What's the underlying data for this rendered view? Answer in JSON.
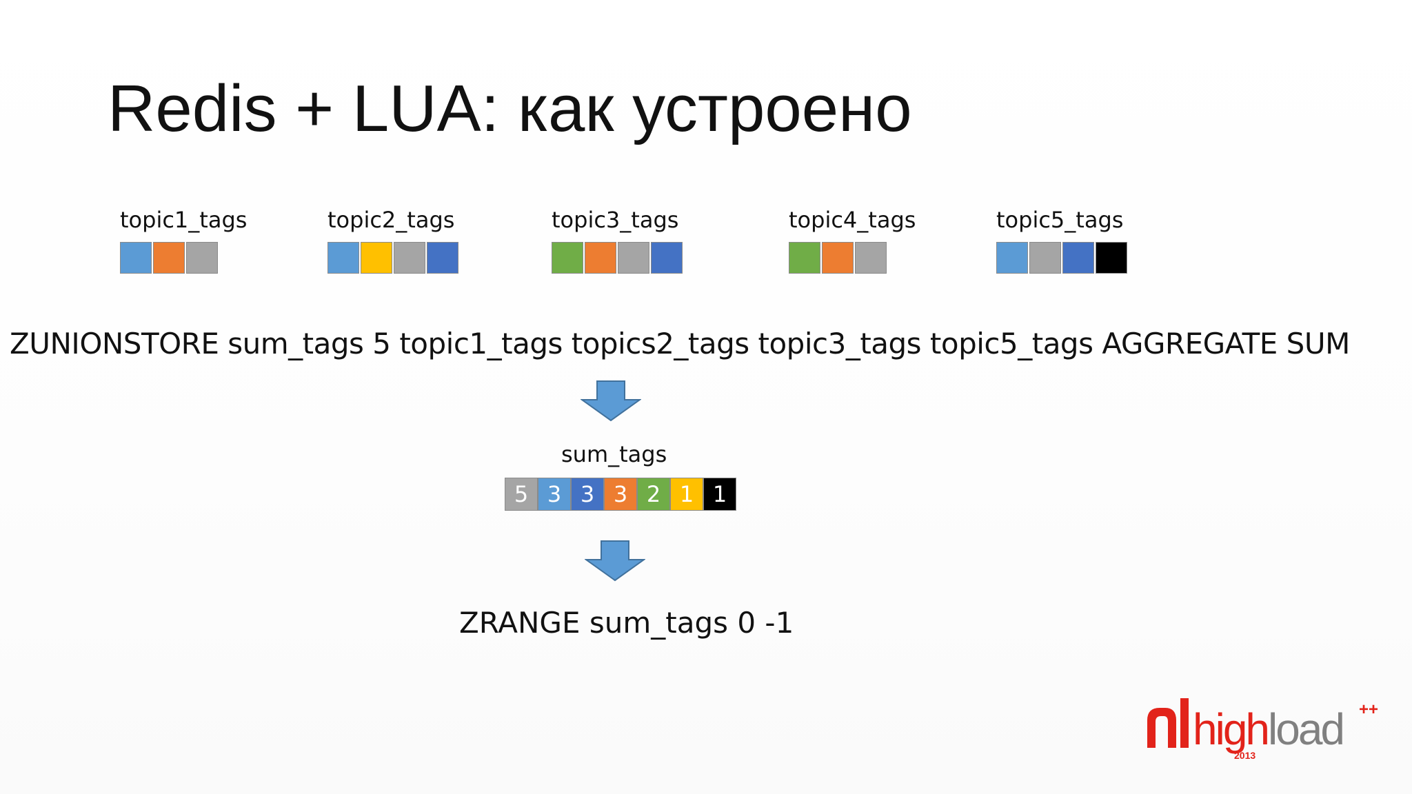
{
  "title": "Redis + LUA: как устроено",
  "colors": {
    "light_blue": "#5b9bd5",
    "orange": "#ed7d31",
    "gray": "#a5a5a5",
    "yellow": "#ffc000",
    "blue": "#4472c4",
    "green": "#70ad47",
    "black": "#000000",
    "arrow": "#5b9bd5",
    "logo_red": "#e2231a",
    "logo_gray": "#808080"
  },
  "topics": [
    {
      "label": "topic1_tags",
      "cells": [
        "light_blue",
        "orange",
        "gray"
      ]
    },
    {
      "label": "topic2_tags",
      "cells": [
        "light_blue",
        "yellow",
        "gray",
        "blue"
      ]
    },
    {
      "label": "topic3_tags",
      "cells": [
        "green",
        "orange",
        "gray",
        "blue"
      ]
    },
    {
      "label": "topic4_tags",
      "cells": [
        "green",
        "orange",
        "gray"
      ]
    },
    {
      "label": "topic5_tags",
      "cells": [
        "light_blue",
        "gray",
        "blue",
        "black"
      ]
    }
  ],
  "command_union": "ZUNIONSTORE sum_tags 5 topic1_tags topics2_tags topic3_tags topic5_tags AGGREGATE SUM",
  "sum_tags": {
    "label": "sum_tags",
    "cells": [
      {
        "value": "5",
        "color": "gray"
      },
      {
        "value": "3",
        "color": "light_blue"
      },
      {
        "value": "3",
        "color": "blue"
      },
      {
        "value": "3",
        "color": "orange"
      },
      {
        "value": "2",
        "color": "green"
      },
      {
        "value": "1",
        "color": "yellow"
      },
      {
        "value": "1",
        "color": "black"
      }
    ]
  },
  "command_range": "ZRANGE sum_tags 0 -1",
  "logo": {
    "text": "highload",
    "sup": "++",
    "year": "2013",
    "icon": "highload-logo-icon"
  }
}
